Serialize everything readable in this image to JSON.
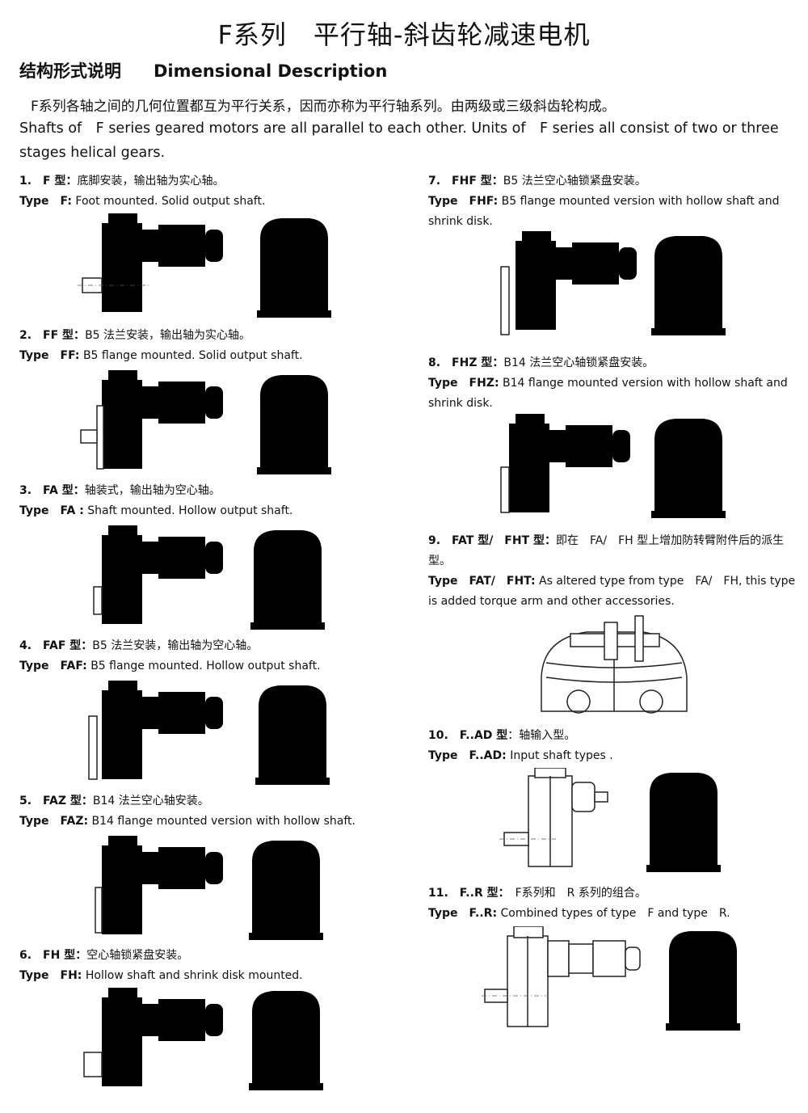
{
  "header": {
    "title": "F系列　平行轴-斜齿轮减速电机",
    "section_cn": "结构形式说明",
    "section_en": "Dimensional Description",
    "intro_cn": "F系列各轴之间的几何位置都互为平行关系，因而亦称为平行轴系列。由两级或三级斜齿轮构成。",
    "intro_en": "Shafts of　F series geared motors are all parallel to each other. Units of　F series all consist of two or three stages helical gears."
  },
  "types": [
    {
      "head": "1.　F 型：",
      "cn": "底脚安装，输出轴为实心轴。",
      "type_word": "Type",
      "code": "F:",
      "en": "Foot mounted. Solid output shaft."
    },
    {
      "head": "2.　FF 型：",
      "cn": "B5 法兰安装，输出轴为实心轴。",
      "type_word": "Type",
      "code": "FF:",
      "en": "B5 flange mounted. Solid output shaft."
    },
    {
      "head": "3.　FA 型：",
      "cn": "轴装式，输出轴为空心轴。",
      "type_word": "Type",
      "code": "FA :",
      "en": "Shaft mounted. Hollow output shaft."
    },
    {
      "head": "4.　FAF 型：",
      "cn": "B5 法兰安装，输出轴为空心轴。",
      "type_word": "Type",
      "code": "FAF:",
      "en": "B5 flange mounted. Hollow output shaft."
    },
    {
      "head": "5.　FAZ 型：",
      "cn": "B14 法兰空心轴安装。",
      "type_word": "Type",
      "code": "FAZ:",
      "en": "B14 flange mounted version with hollow shaft."
    },
    {
      "head": "6.　FH 型：",
      "cn": "空心轴锁紧盘安装。",
      "type_word": "Type",
      "code": "FH:",
      "en": "Hollow shaft and shrink disk mounted."
    },
    {
      "head": "7.　FHF 型：",
      "cn": "B5 法兰空心轴锁紧盘安装。",
      "type_word": "Type",
      "code": "FHF:",
      "en": "B5 flange mounted version with hollow shaft and shrink disk."
    },
    {
      "head": "8.　FHZ 型：",
      "cn": "B14 法兰空心轴锁紧盘安装。",
      "type_word": "Type",
      "code": "FHZ:",
      "en": "B14 flange mounted version with hollow shaft and shrink disk."
    },
    {
      "head": "9.　FAT 型/　FHT 型：",
      "cn": "即在　FA/　FH 型上增加防转臂附件后的派生型。",
      "type_word": "Type",
      "code": "FAT/　FHT:",
      "en": "As altered type from type　FA/　FH, this type is added torque arm and other accessories."
    },
    {
      "head": "10.　F..AD 型",
      "cn": "：轴输入型。",
      "type_word": "Type",
      "code": "F..AD:",
      "en": "Input shaft types ."
    },
    {
      "head": "11.　F..R 型：",
      "cn": "　F系列和　R 系列的组合。",
      "type_word": "Type",
      "code": "F..R:",
      "en": "Combined types of type　F and type　R."
    }
  ]
}
